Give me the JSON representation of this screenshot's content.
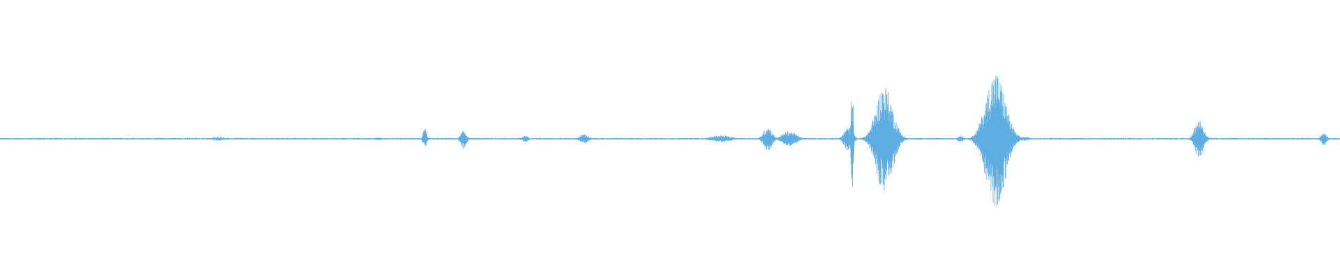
{
  "waveform": {
    "color": "#5dade2",
    "background": "#ffffff",
    "baseline_amplitude": 0.012,
    "bursts": [
      {
        "position": 0.163,
        "amplitude_up": 0.03,
        "amplitude_down": 0.03,
        "spread": 0.004
      },
      {
        "position": 0.282,
        "amplitude_up": 0.02,
        "amplitude_down": 0.02,
        "spread": 0.003
      },
      {
        "position": 0.317,
        "amplitude_up": 0.15,
        "amplitude_down": 0.14,
        "spread": 0.0012
      },
      {
        "position": 0.346,
        "amplitude_up": 0.12,
        "amplitude_down": 0.15,
        "spread": 0.002
      },
      {
        "position": 0.392,
        "amplitude_up": 0.05,
        "amplitude_down": 0.05,
        "spread": 0.002
      },
      {
        "position": 0.436,
        "amplitude_up": 0.07,
        "amplitude_down": 0.07,
        "spread": 0.003
      },
      {
        "position": 0.538,
        "amplitude_up": 0.05,
        "amplitude_down": 0.05,
        "spread": 0.007
      },
      {
        "position": 0.573,
        "amplitude_up": 0.18,
        "amplitude_down": 0.18,
        "spread": 0.003
      },
      {
        "position": 0.589,
        "amplitude_up": 0.11,
        "amplitude_down": 0.11,
        "spread": 0.005
      },
      {
        "position": 0.633,
        "amplitude_up": 0.17,
        "amplitude_down": 0.17,
        "spread": 0.003
      },
      {
        "position": 0.636,
        "amplitude_up": 0.75,
        "amplitude_down": 0.75,
        "spread": 0.0008
      },
      {
        "position": 0.66,
        "amplitude_up": 0.78,
        "amplitude_down": 0.78,
        "spread": 0.006
      },
      {
        "position": 0.717,
        "amplitude_up": 0.05,
        "amplitude_down": 0.05,
        "spread": 0.002
      },
      {
        "position": 0.743,
        "amplitude_up": 0.97,
        "amplitude_down": 1.0,
        "spread": 0.007
      },
      {
        "position": 0.764,
        "amplitude_up": 0.03,
        "amplitude_down": 0.03,
        "spread": 0.004
      },
      {
        "position": 0.895,
        "amplitude_up": 0.3,
        "amplitude_down": 0.3,
        "spread": 0.003
      },
      {
        "position": 0.988,
        "amplitude_up": 0.09,
        "amplitude_down": 0.09,
        "spread": 0.002
      }
    ]
  }
}
